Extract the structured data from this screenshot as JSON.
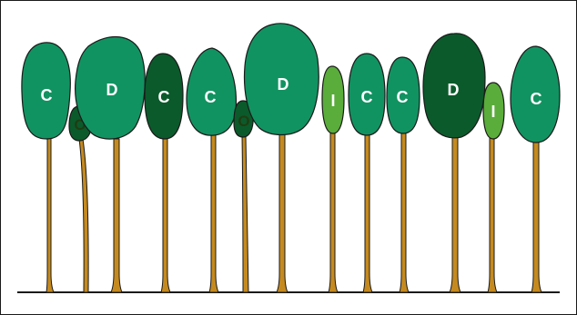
{
  "trees": [
    {
      "label": "C",
      "class": "codominant"
    },
    {
      "label": "O",
      "class": "overtopped"
    },
    {
      "label": "D",
      "class": "dominant"
    },
    {
      "label": "C",
      "class": "codominant"
    },
    {
      "label": "C",
      "class": "codominant"
    },
    {
      "label": "O",
      "class": "overtopped"
    },
    {
      "label": "D",
      "class": "dominant"
    },
    {
      "label": "I",
      "class": "intermediate"
    },
    {
      "label": "C",
      "class": "codominant"
    },
    {
      "label": "C",
      "class": "codominant"
    },
    {
      "label": "D",
      "class": "dominant"
    },
    {
      "label": "I",
      "class": "intermediate"
    },
    {
      "label": "C",
      "class": "codominant"
    }
  ],
  "colors": {
    "dominant": "#0b5a2b",
    "codominant": "#119361",
    "intermediate": "#5aac3b",
    "overtopped": "#b9dc8c",
    "trunk": "#c58a1f",
    "outline": "#1a1a1a",
    "ground": "#1a1a1a"
  }
}
